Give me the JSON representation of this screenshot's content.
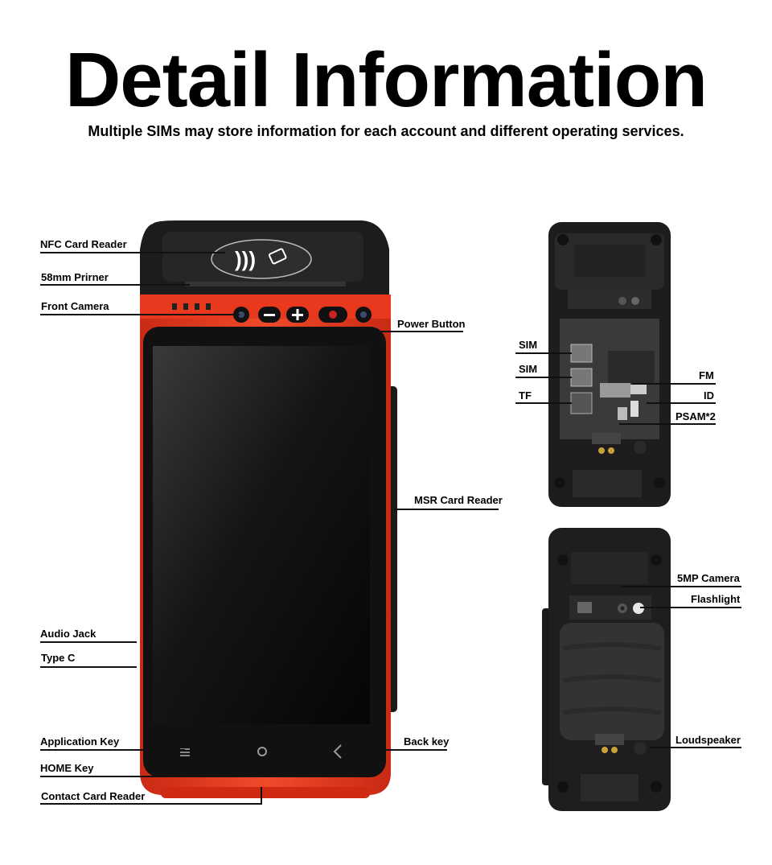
{
  "header": {
    "title": "Detail Information",
    "subtitle": "Multiple SIMs may store information for each account and different operating services."
  },
  "front_labels": {
    "nfc": "NFC Card Reader",
    "printer": "58mm Prirner",
    "front_camera": "Front Camera",
    "power_button": "Power Button",
    "msr": "MSR Card Reader",
    "audio_jack": "Audio Jack",
    "type_c": "Type C",
    "application_key": "Application Key",
    "back_key": "Back key",
    "home_key": "HOME Key",
    "contact_card": "Contact Card Reader"
  },
  "slot_labels": {
    "sim1": "SIM",
    "sim2": "SIM",
    "tf": "TF",
    "fm": "FM",
    "id": "ID",
    "psam": "PSAM*2"
  },
  "back_labels": {
    "camera": "5MP Camera",
    "flashlight": "Flashlight",
    "loudspeaker": "Loudspeaker"
  },
  "colors": {
    "device_red": "#e8391f",
    "device_black": "#1a1a1a",
    "screen": "#0d0d0d"
  }
}
